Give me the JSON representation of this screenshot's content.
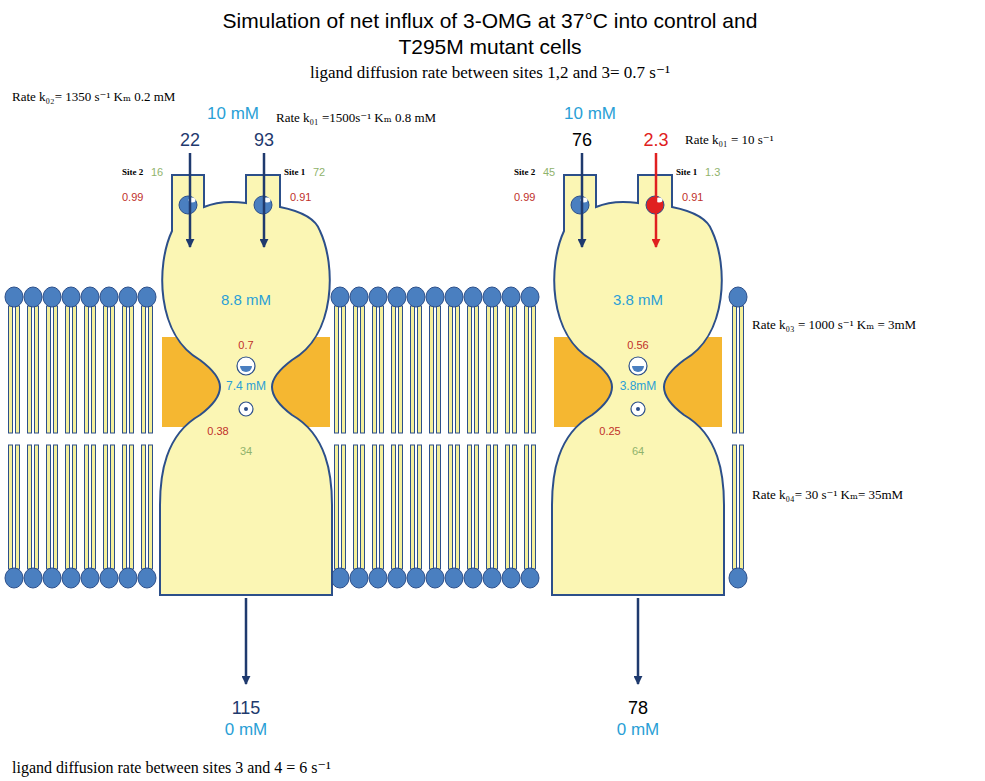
{
  "diagram": {
    "title": "Simulation of net influx of 3-OMG at 37°C into control and T295M mutant cells",
    "nodes": [
      {
        "text": [
          "8.8 mM",
          "0.7",
          "7.4 mM",
          "0.38",
          "34"
        ]
      },
      {
        "text": [
          "3.8 mM",
          "0.56",
          "3.8mM",
          "0.25",
          "64"
        ]
      }
    ],
    "labels": [
      "ligand diffusion rate between sites 1,2 and 3= 0.7 s⁻¹",
      "Rate k₀₂= 1350 s⁻¹ Kₘ 0.2 mM",
      "10 mM",
      "Rate k₀₁ =1500s⁻¹ Kₘ 0.8 mM",
      "10 mM",
      "22",
      "93",
      "76",
      "2.3",
      "Rate k₀₁ = 10 s⁻¹",
      "Site 2",
      "16",
      "Site 1",
      "72",
      "Site 2",
      "45",
      "Site 1",
      "1.3",
      "0.99",
      "0.91",
      "0.99",
      "0.91",
      "Rate k₀₃ = 1000 s⁻¹ Kₘ = 3mM",
      "Rate k₀₄= 30 s⁻¹ Kₘ= 35mM",
      "115",
      "0 mM",
      "78",
      "0 mM",
      "ligand diffusion rate between sites 3 and 4 = 6 s⁻¹"
    ]
  }
}
